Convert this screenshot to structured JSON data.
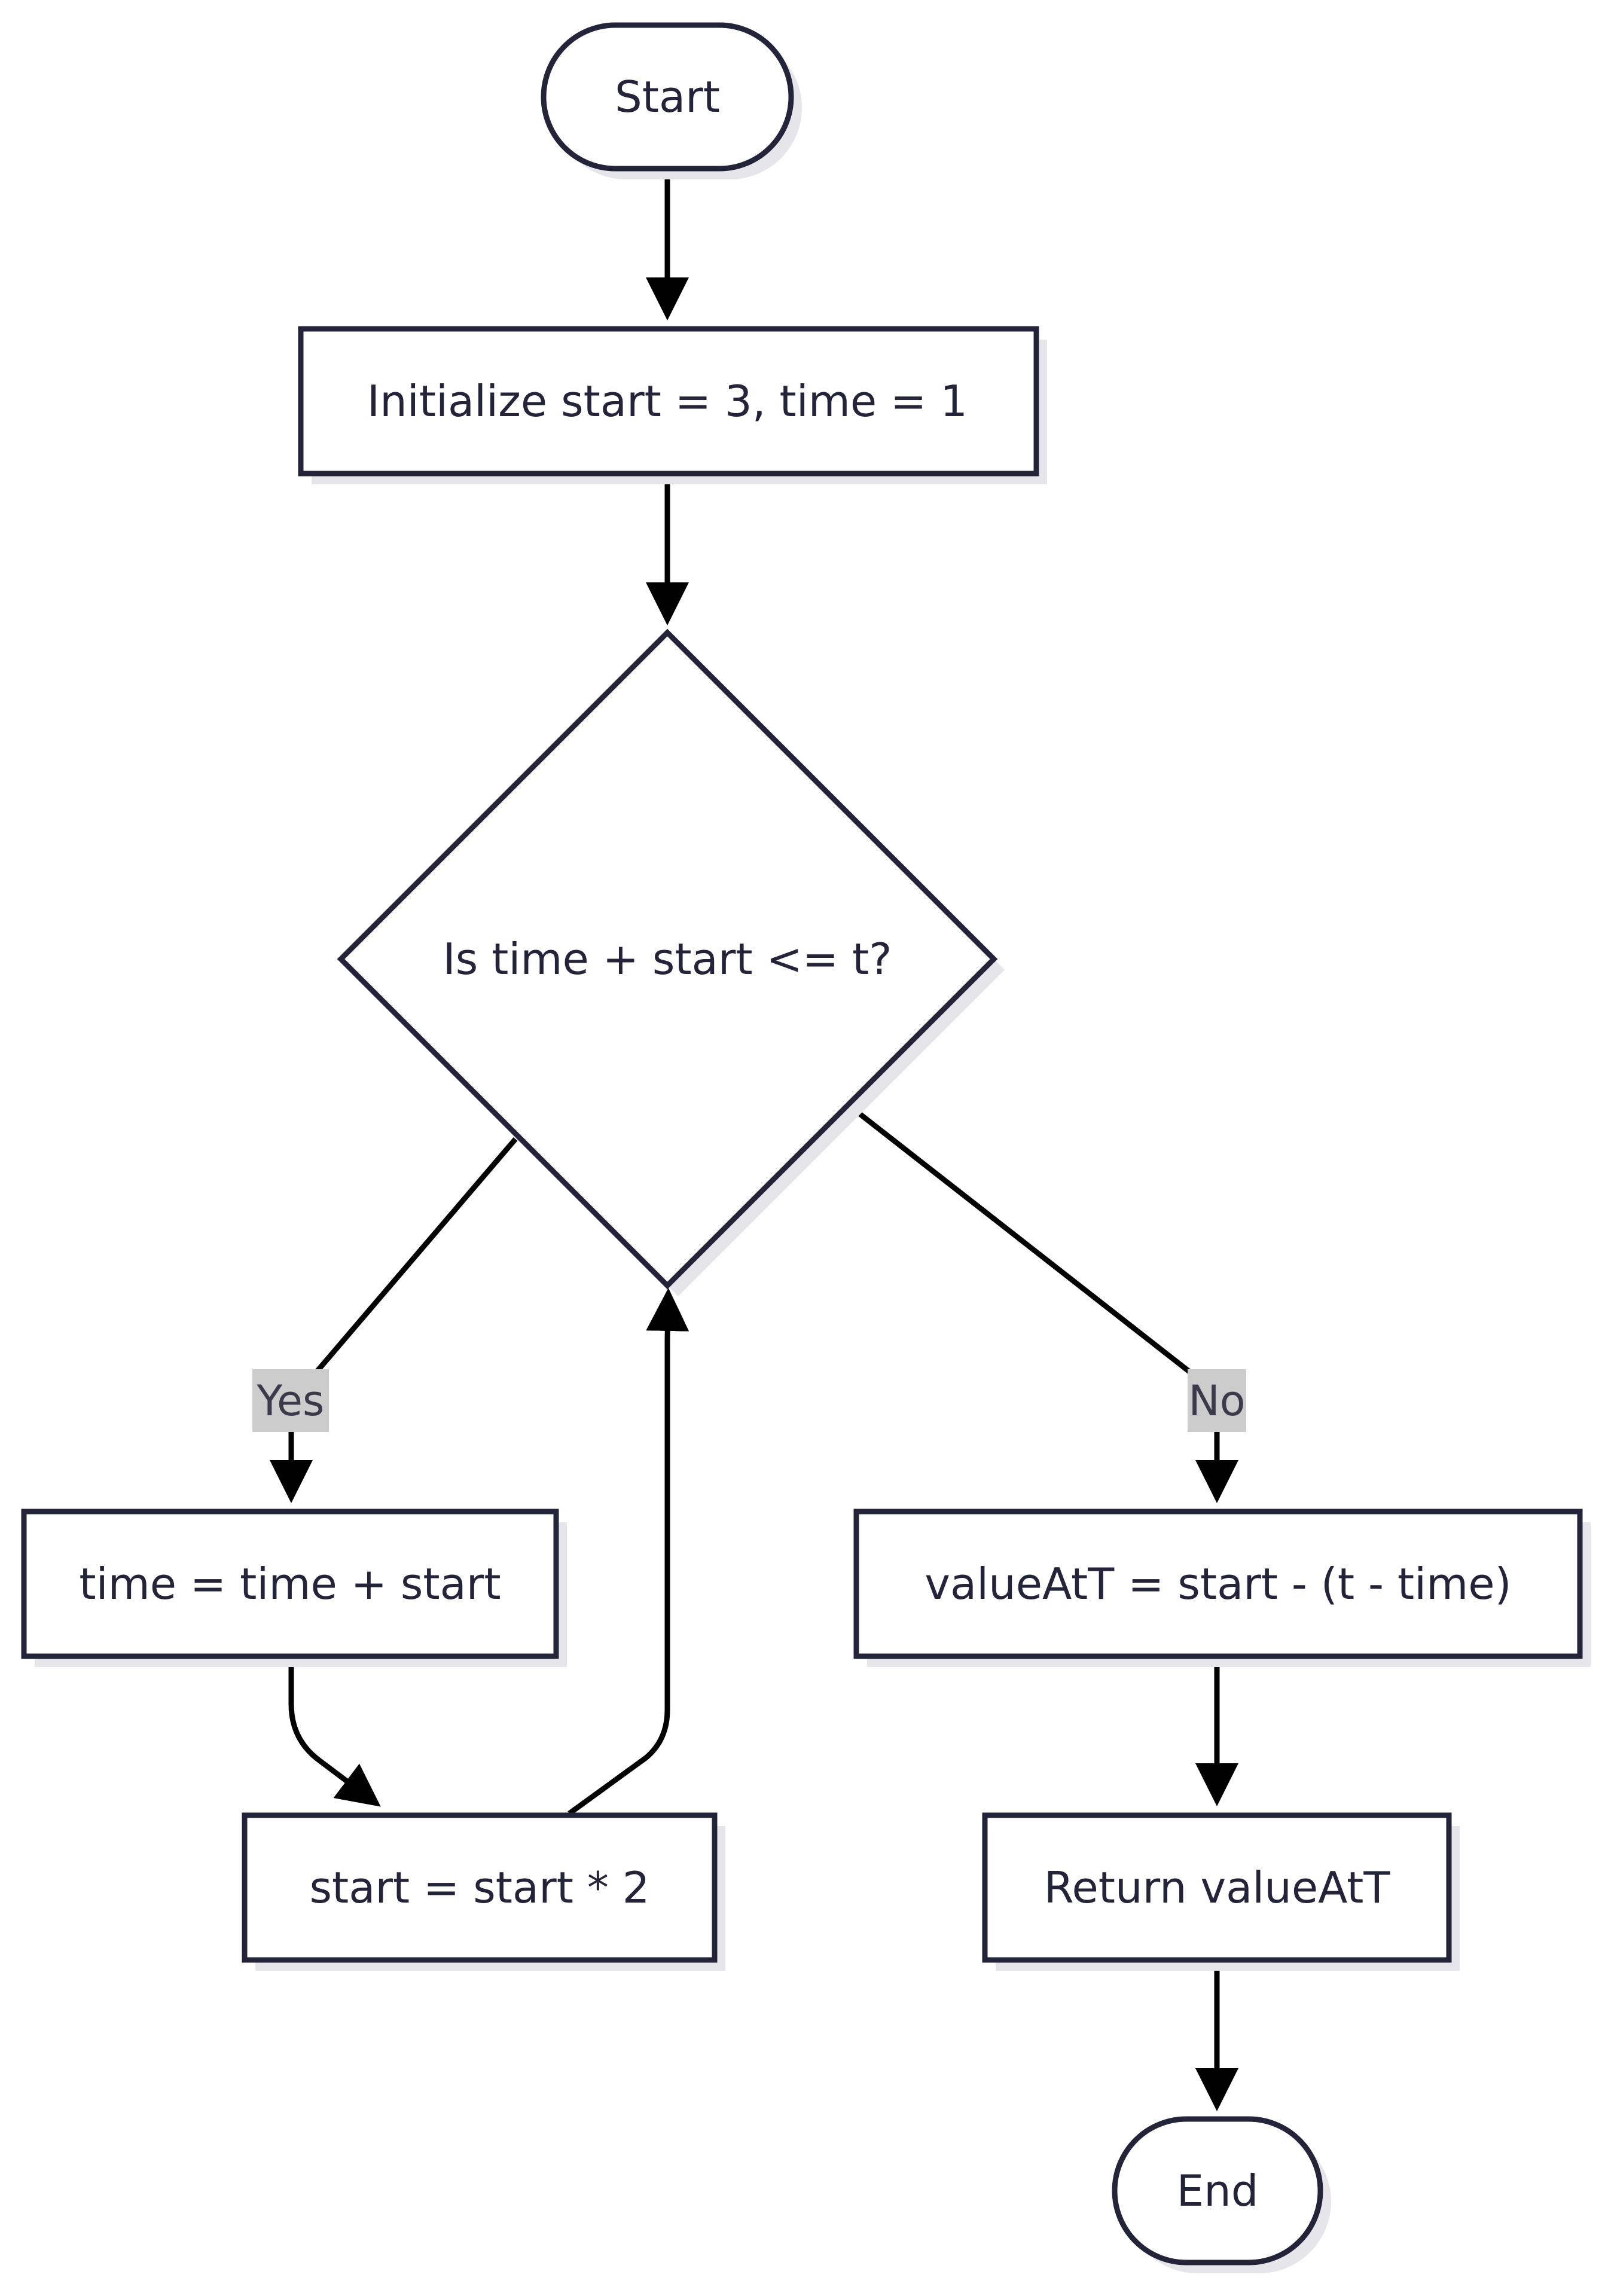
{
  "diagram": {
    "type": "flowchart",
    "nodes": {
      "start": {
        "label": "Start",
        "shape": "terminal"
      },
      "init": {
        "label": "Initialize start = 3, time = 1",
        "shape": "process"
      },
      "decision": {
        "label": "Is time + start <= t?",
        "shape": "decision"
      },
      "update_time": {
        "label": "time = time + start",
        "shape": "process"
      },
      "double_start": {
        "label": "start = start * 2",
        "shape": "process"
      },
      "compute_value": {
        "label": "valueAtT = start - (t - time)",
        "shape": "process"
      },
      "return_value": {
        "label": "Return valueAtT",
        "shape": "process"
      },
      "end": {
        "label": "End",
        "shape": "terminal"
      }
    },
    "edges": [
      {
        "from": "start",
        "to": "init",
        "label": ""
      },
      {
        "from": "init",
        "to": "decision",
        "label": ""
      },
      {
        "from": "decision",
        "to": "update_time",
        "label": "Yes"
      },
      {
        "from": "decision",
        "to": "compute_value",
        "label": "No"
      },
      {
        "from": "update_time",
        "to": "double_start",
        "label": ""
      },
      {
        "from": "double_start",
        "to": "decision",
        "label": ""
      },
      {
        "from": "compute_value",
        "to": "return_value",
        "label": ""
      },
      {
        "from": "return_value",
        "to": "end",
        "label": ""
      }
    ],
    "edge_labels": {
      "yes": "Yes",
      "no": "No"
    },
    "colors": {
      "stroke": "#23233a",
      "edge": "#000000",
      "fill": "#ffffff",
      "label_background": "#cccccc",
      "shadow": "#e6e6ea"
    }
  }
}
